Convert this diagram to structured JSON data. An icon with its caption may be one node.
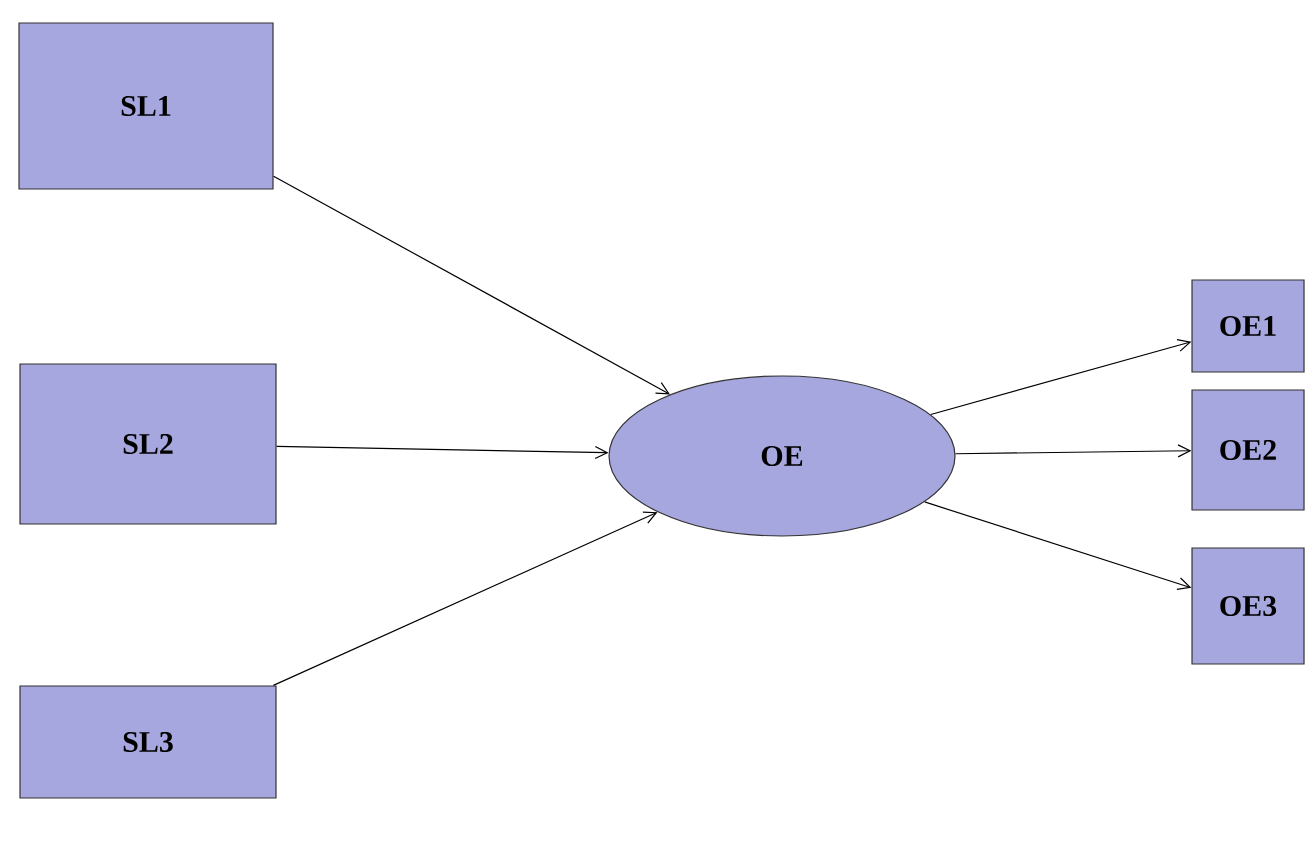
{
  "diagram": {
    "nodes": [
      {
        "text": [
          "SL1"
        ]
      },
      {
        "text": [
          "SL2"
        ]
      },
      {
        "text": [
          "SL3"
        ]
      },
      {
        "text": [
          "OE"
        ]
      },
      {
        "text": [
          "OE1"
        ]
      },
      {
        "text": [
          "OE2"
        ]
      },
      {
        "text": [
          "OE3"
        ]
      }
    ],
    "edges": [
      {
        "from": 0,
        "to": 3,
        "arrow": "to"
      },
      {
        "from": 1,
        "to": 3,
        "arrow": "to"
      },
      {
        "from": 2,
        "to": 3,
        "arrow": "to"
      },
      {
        "from": 3,
        "to": 4,
        "arrow": "to"
      },
      {
        "from": 3,
        "to": 5,
        "arrow": "to"
      },
      {
        "from": 3,
        "to": 6,
        "arrow": "to"
      }
    ]
  }
}
